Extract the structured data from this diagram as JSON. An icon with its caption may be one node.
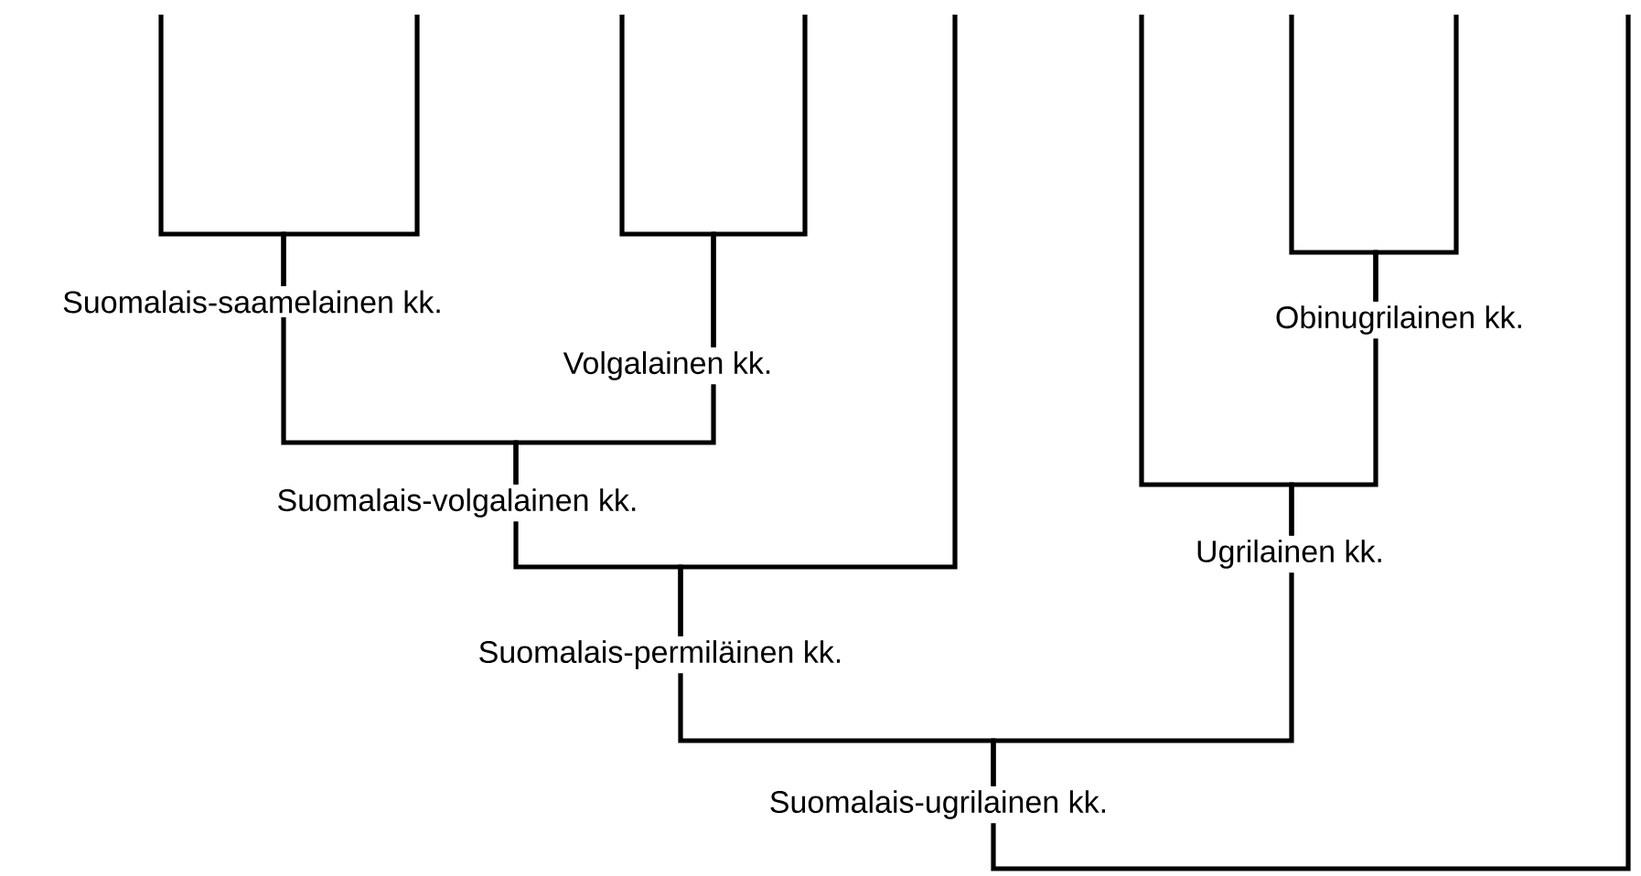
{
  "diagram": {
    "nodes": [
      {
        "text": [
          "Suomalais-saamelainen kk."
        ]
      },
      {
        "text": [
          "Obinugrilainen kk."
        ]
      },
      {
        "text": [
          "Volgalainen kk."
        ]
      },
      {
        "text": [
          "Suomalais-volgalainen kk."
        ]
      },
      {
        "text": [
          "Ugrilainen kk."
        ]
      },
      {
        "text": [
          "Suomalais-permiläinen kk."
        ]
      },
      {
        "text": [
          "Suomalais-ugrilainen kk."
        ]
      }
    ],
    "edges": [
      {
        "from": 0,
        "to": 3,
        "arrow": "none"
      },
      {
        "from": 2,
        "to": 3,
        "arrow": "none"
      },
      {
        "from": 3,
        "to": 5,
        "arrow": "none"
      },
      {
        "from": 5,
        "to": 6,
        "arrow": "none"
      },
      {
        "from": 1,
        "to": 4,
        "arrow": "none"
      },
      {
        "from": 4,
        "to": 6,
        "arrow": "none"
      },
      {
        "from": 0,
        "to": null,
        "arrow": "none"
      },
      {
        "from": 0,
        "to": null,
        "arrow": "none"
      },
      {
        "from": 2,
        "to": null,
        "arrow": "none"
      },
      {
        "from": 2,
        "to": null,
        "arrow": "none"
      },
      {
        "from": 1,
        "to": null,
        "arrow": "none"
      },
      {
        "from": 1,
        "to": null,
        "arrow": "none"
      },
      {
        "from": 5,
        "to": null,
        "arrow": "none"
      },
      {
        "from": 4,
        "to": null,
        "arrow": "none"
      },
      {
        "from": 6,
        "to": null,
        "arrow": "none"
      }
    ]
  }
}
